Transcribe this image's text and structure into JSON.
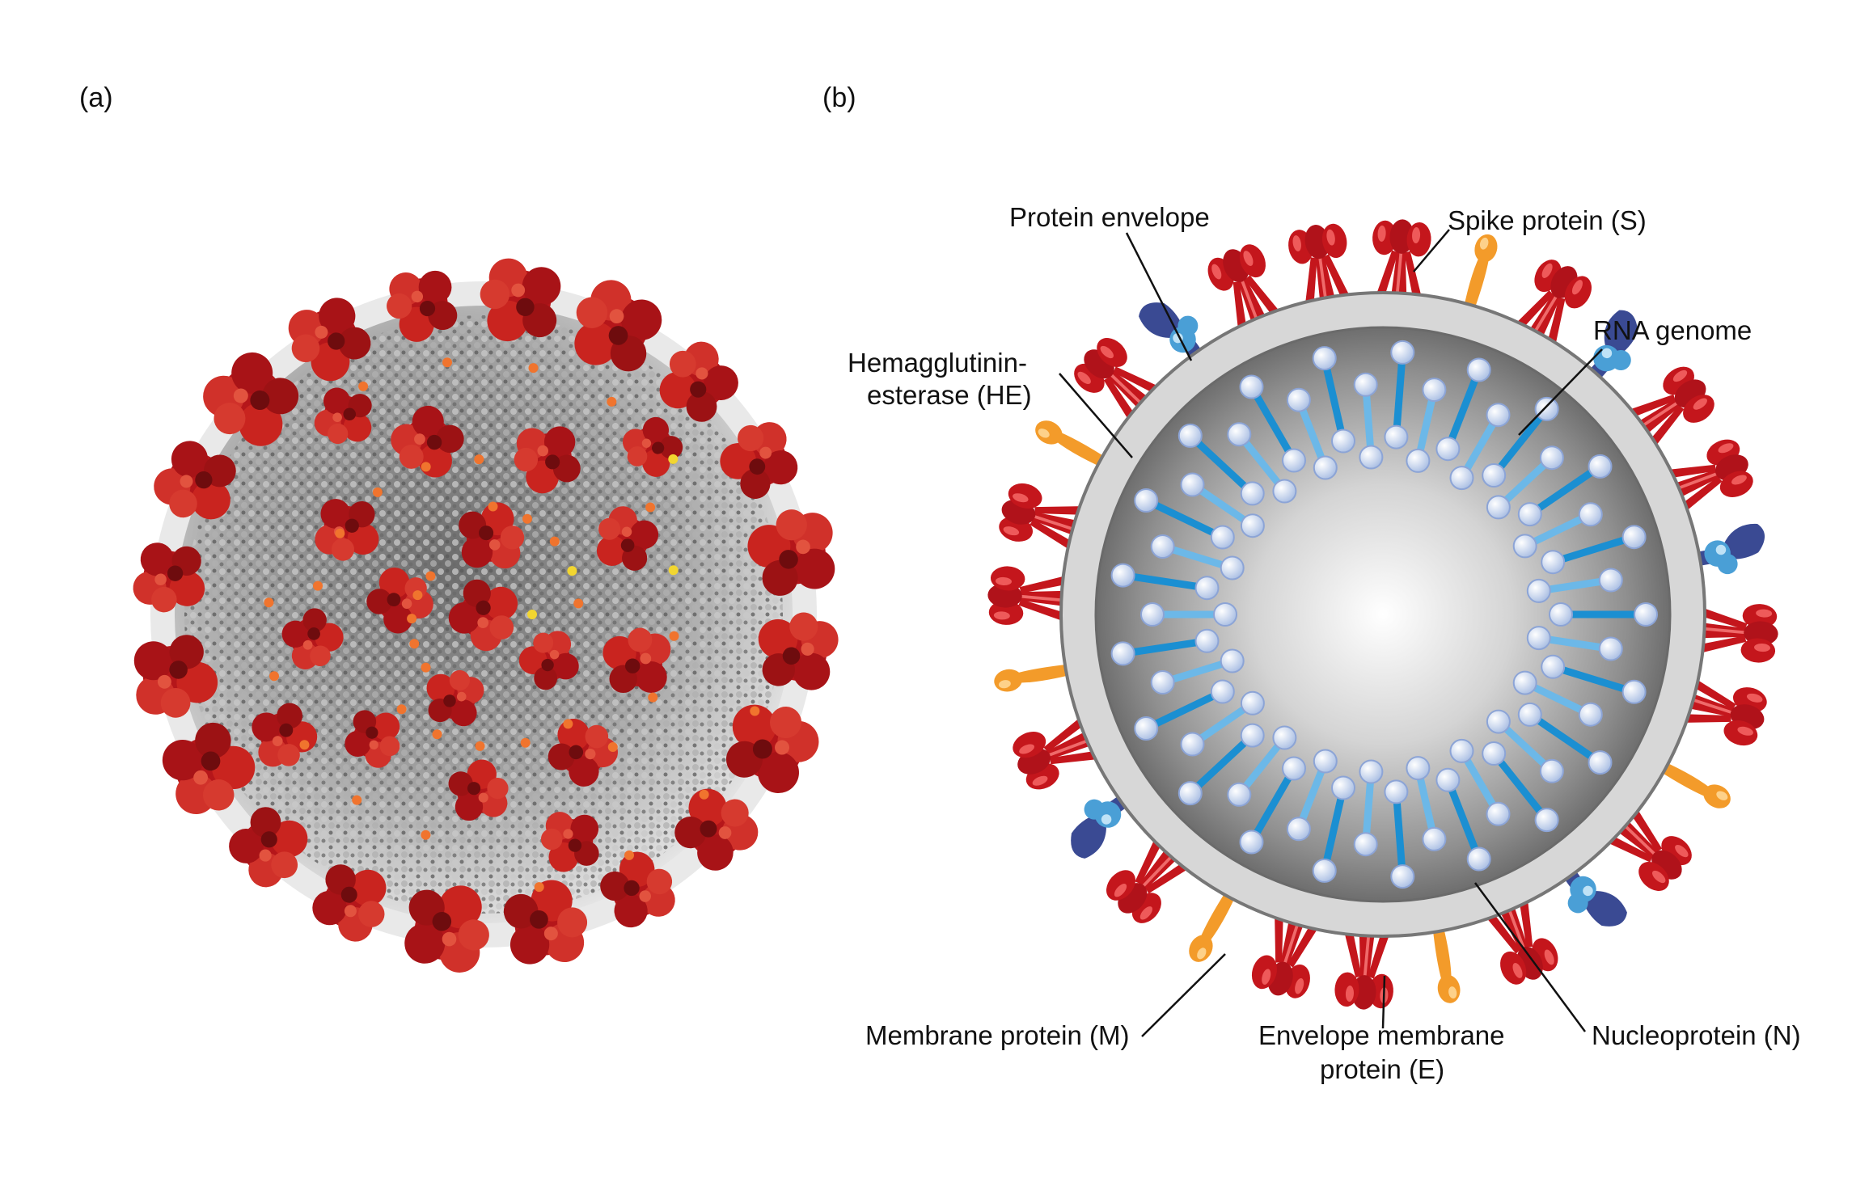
{
  "panels": {
    "a": {
      "label": "(a)"
    },
    "b": {
      "label": "(b)"
    }
  },
  "labels": {
    "protein_envelope": "Protein envelope",
    "spike_protein": "Spike protein (S)",
    "rna_genome": "RNA genome",
    "hemagglutinin_line1": "Hemagglutinin-",
    "hemagglutinin_line2": "esterase (HE)",
    "membrane_protein": "Membrane protein (M)",
    "envelope_membrane_line1": "Envelope membrane",
    "envelope_membrane_line2": "protein (E)",
    "nucleoprotein": "Nucleoprotein (N)"
  },
  "colors": {
    "spike_red": "#c4161c",
    "spike_highlight": "#e8484a",
    "envelope_orange": "#f39b2a",
    "he_navy": "#3a4a93",
    "he_light_blue": "#4a9fd6",
    "rna_blue": "#1b8fd2",
    "nucleo_ball": "#dfe8f7",
    "envelope_gray": "#d7d7d7",
    "core_gray": "#8a8a8a",
    "virus_surface": "#9a9a9a"
  }
}
